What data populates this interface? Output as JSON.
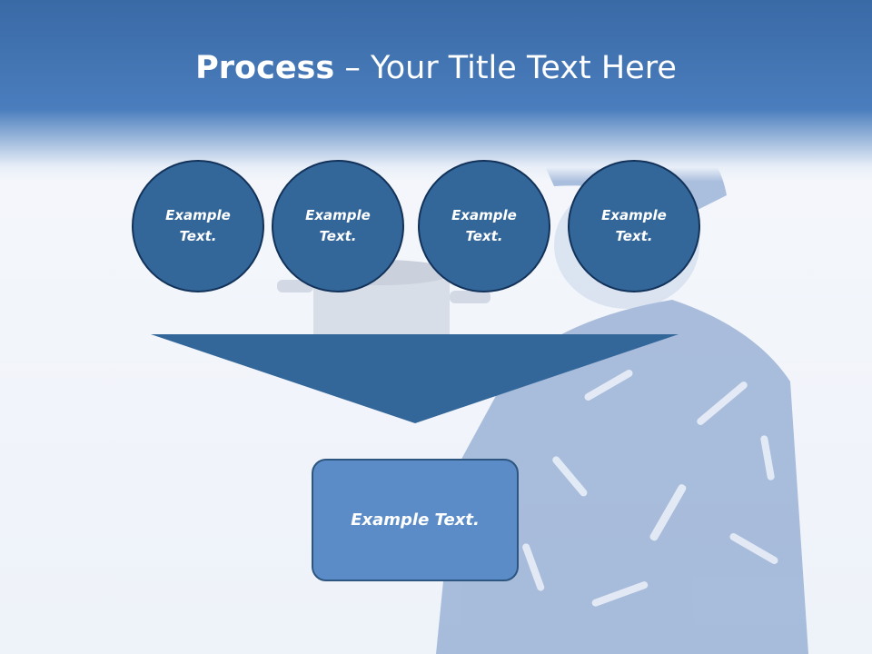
{
  "slide": {
    "title_bold": "Process",
    "title_rest": " – Your Title Text Here",
    "steps": [
      {
        "label": "Example Text."
      },
      {
        "label": "Example Text."
      },
      {
        "label": "Example Text."
      },
      {
        "label": "Example Text."
      }
    ],
    "result": "Example Text."
  },
  "colors": {
    "header": "#4a7dbd",
    "circle_fill": "#336699",
    "circle_border": "#12325a",
    "funnel_fill": "#336699",
    "result_fill": "#5b8cc7"
  },
  "background_image": "chef-holding-pot-illustration"
}
